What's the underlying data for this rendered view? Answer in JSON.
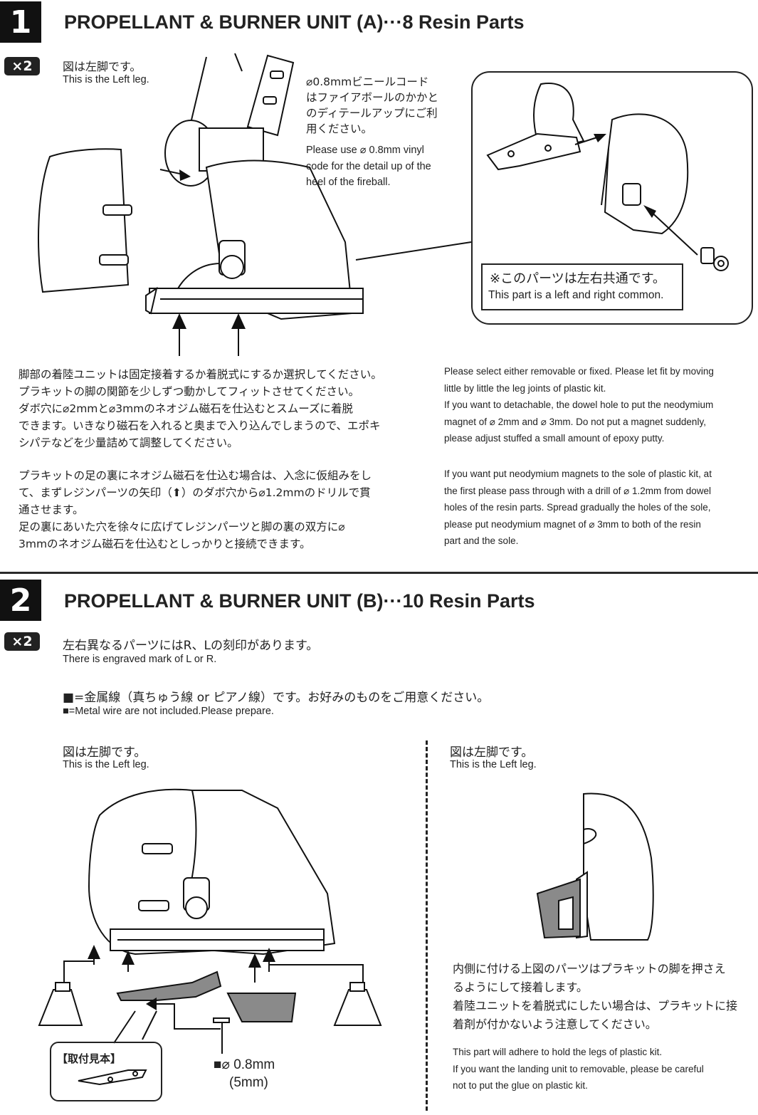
{
  "step1": {
    "number": "1",
    "title": "PROPELLANT & BURNER UNIT (A)···8 Resin Parts",
    "qty": "×2",
    "note_jp": "図は左脚です。",
    "note_en": "This is the Left leg.",
    "vinyl_jp": "⌀0.8mmビニールコード\nはファイアボールのかかと\nのディテールアップにご利\n用ください。",
    "vinyl_en": "Please use ⌀ 0.8mm vinyl\ncode for the detail up of the\nheel of the fireball.",
    "common_jp": "※このパーツは左右共通です。",
    "common_en": "This part is a left and right common.",
    "para1_jp": "脚部の着陸ユニットは固定接着するか着脱式にするか選択してください。\nプラキットの脚の関節を少しずつ動かしてフィットさせてください。\nダボ穴に⌀2mmと⌀3mmのネオジム磁石を仕込むとスムーズに着脱\nできます。いきなり磁石を入れると奥まで入り込んでしまうので、エポキ\nシパテなどを少量詰めて調整してください。",
    "para2_jp": "プラキットの足の裏にネオジム磁石を仕込む場合は、入念に仮組みをし\nて、まずレジンパーツの矢印（⬆）のダボ穴から⌀1.2mmのドリルで貫\n通させます。\n足の裏にあいた穴を徐々に広げてレジンパーツと脚の裏の双方に⌀\n3mmのネオジム磁石を仕込むとしっかりと接続できます。",
    "para1_en": "Please select either removable or fixed. Please let fit by moving\nlittle by little the leg joints of plastic kit.\nIf you want to detachable, the dowel hole to put the neodymium\nmagnet of ⌀ 2mm and ⌀ 3mm. Do not put a magnet suddenly,\nplease adjust stuffed a small amount of epoxy putty.",
    "para2_en": "If you want put neodymium magnets to the sole of plastic kit, at\nthe first please pass through with a drill of ⌀ 1.2mm from dowel\nholes of the resin parts. Spread gradually the holes of the sole,\nplease put neodymium magnet of ⌀ 3mm to both of the resin\npart and the sole."
  },
  "step2": {
    "number": "2",
    "title": "PROPELLANT & BURNER UNIT (B)···10 Resin Parts",
    "qty": "×2",
    "engrave_jp": "左右異なるパーツにはR、Lの刻印があります。",
    "engrave_en": "There is engraved mark of L or R.",
    "wire_jp": "■=金属線（真ちゅう線 or ピアノ線）です。お好みのものをご用意ください。",
    "wire_en": "■=Metal wire are not included.Please prepare.",
    "left_note_jp": "図は左脚です。",
    "left_note_en": "This is the Left leg.",
    "right_note_jp": "図は左脚です。",
    "right_note_en": "This is the Left leg.",
    "sample_label": "【取付見本】",
    "wire_size": "■⌀ 0.8mm",
    "wire_length": "(5mm)",
    "inner_jp": "内側に付ける上図のパーツはプラキットの脚を押さえ\nるようにして接着します。\n着陸ユニットを着脱式にしたい場合は、プラキットに接\n着剤が付かないよう注意してください。",
    "inner_en": "This part will adhere to hold the legs of plastic kit.\nIf you want the landing unit to removable, please be careful\nnot to put the glue on plastic kit."
  },
  "colors": {
    "ink": "#1a1a1a",
    "resin_gray": "#8a8a8a",
    "step_badge": "#111111"
  }
}
